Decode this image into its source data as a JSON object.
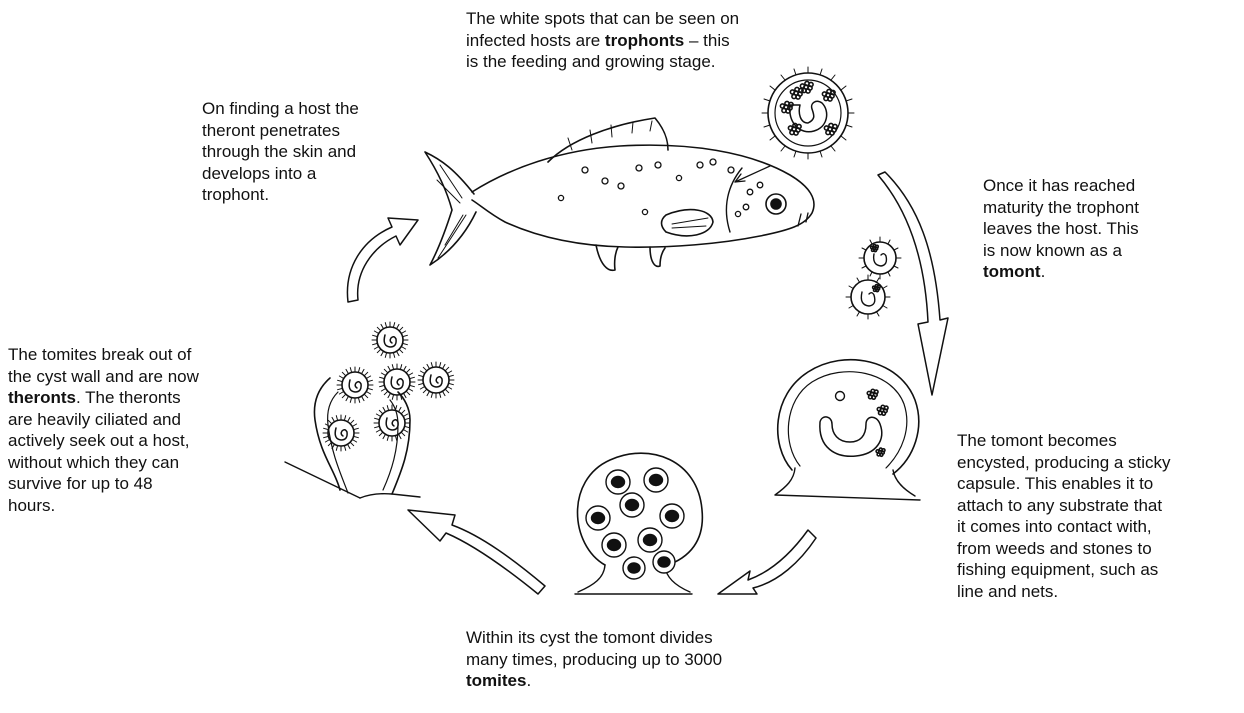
{
  "captions": {
    "top": {
      "lines": [
        [
          {
            "t": "The white spots that can be seen on"
          }
        ],
        [
          {
            "t": "infected hosts are "
          },
          {
            "t": "trophonts",
            "b": true
          },
          {
            "t": " – this"
          }
        ],
        [
          {
            "t": "is the feeding and growing stage."
          }
        ]
      ]
    },
    "right": {
      "lines": [
        [
          {
            "t": "Once it has reached"
          }
        ],
        [
          {
            "t": "maturity the trophont"
          }
        ],
        [
          {
            "t": "leaves the host. This"
          }
        ],
        [
          {
            "t": "is now known as a"
          }
        ],
        [
          {
            "t": "tomont",
            "b": true
          },
          {
            "t": "."
          }
        ]
      ]
    },
    "bottom_right": {
      "lines": [
        [
          {
            "t": "The tomont becomes"
          }
        ],
        [
          {
            "t": "encysted, producing a sticky"
          }
        ],
        [
          {
            "t": "capsule. This enables it to"
          }
        ],
        [
          {
            "t": "attach to any substrate that"
          }
        ],
        [
          {
            "t": "it comes into contact with,"
          }
        ],
        [
          {
            "t": "from weeds and stones to"
          }
        ],
        [
          {
            "t": "fishing equipment, such as"
          }
        ],
        [
          {
            "t": "line and nets."
          }
        ]
      ]
    },
    "bottom": {
      "lines": [
        [
          {
            "t": "Within its cyst the tomont divides"
          }
        ],
        [
          {
            "t": "many times, producing up to 3000"
          }
        ],
        [
          {
            "t": "tomites",
            "b": true
          },
          {
            "t": "."
          }
        ]
      ]
    },
    "left": {
      "lines": [
        [
          {
            "t": "The tomites break out of"
          }
        ],
        [
          {
            "t": "the cyst wall and are now"
          }
        ],
        [
          {
            "t": "theronts",
            "b": true
          },
          {
            "t": ". The theronts"
          }
        ],
        [
          {
            "t": "are heavily ciliated and"
          }
        ],
        [
          {
            "t": "actively seek out a host,"
          }
        ],
        [
          {
            "t": "without which they can"
          }
        ],
        [
          {
            "t": "survive for up to 48"
          }
        ],
        [
          {
            "t": "hours."
          }
        ]
      ]
    },
    "top_left": {
      "lines": [
        [
          {
            "t": "On finding a host the"
          }
        ],
        [
          {
            "t": "theront penetrates"
          }
        ],
        [
          {
            "t": "through the skin and"
          }
        ],
        [
          {
            "t": "develops into a"
          }
        ],
        [
          {
            "t": "trophont."
          }
        ]
      ]
    }
  },
  "colors": {
    "ink": "#111111",
    "paper": "#ffffff"
  },
  "icons": [
    "fish-icon",
    "trophont-icon",
    "tomont-icon",
    "encysted-tomont-icon",
    "dividing-cyst-icon",
    "theront-icon",
    "cycle-arrow-icon"
  ]
}
